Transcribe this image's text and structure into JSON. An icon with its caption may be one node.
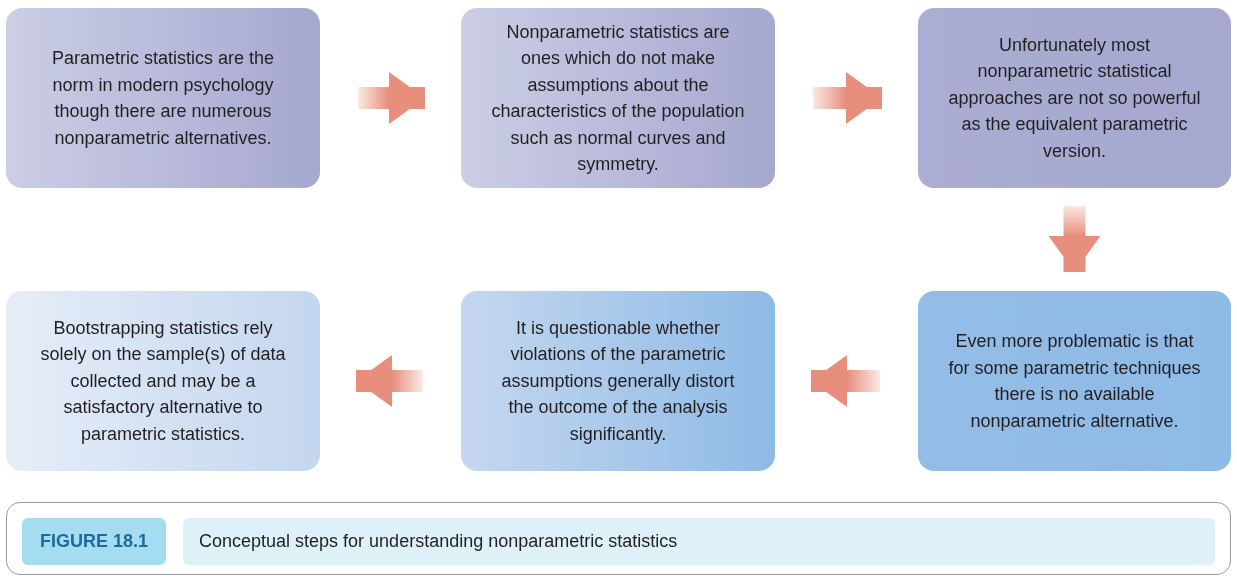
{
  "diagram": {
    "caption": "Conceptual steps for understanding nonparametric statistics",
    "nodes": [
      {
        "text": [
          "Parametric statistics are the norm in modern psychology though there are numerous nonparametric alternatives."
        ]
      },
      {
        "text": [
          "Nonparametric statistics are ones which do not make assumptions about the characteristics of the population such as normal curves and symmetry."
        ]
      },
      {
        "text": [
          "Unfortunately  most nonparametric statistical approaches are not so powerful as the equivalent parametric version."
        ]
      },
      {
        "text": [
          "Even more problematic is that for some parametric techniques there is no available nonparametric alternative."
        ]
      },
      {
        "text": [
          "It is questionable whether violations of the parametric assumptions generally distort the outcome of the analysis significantly."
        ]
      },
      {
        "text": [
          "Bootstrapping statistics rely solely on the sample(s) of data collected and may be a satisfactory alternative to parametric statistics."
        ]
      }
    ],
    "edges": [
      {
        "from": 0,
        "to": 1,
        "arrow": "to"
      },
      {
        "from": 1,
        "to": 2,
        "arrow": "to"
      },
      {
        "from": 2,
        "to": 3,
        "arrow": "to"
      },
      {
        "from": 3,
        "to": 4,
        "arrow": "to"
      },
      {
        "from": 4,
        "to": 5,
        "arrow": "to"
      }
    ],
    "labels": [
      "FIGURE 18.1"
    ]
  }
}
